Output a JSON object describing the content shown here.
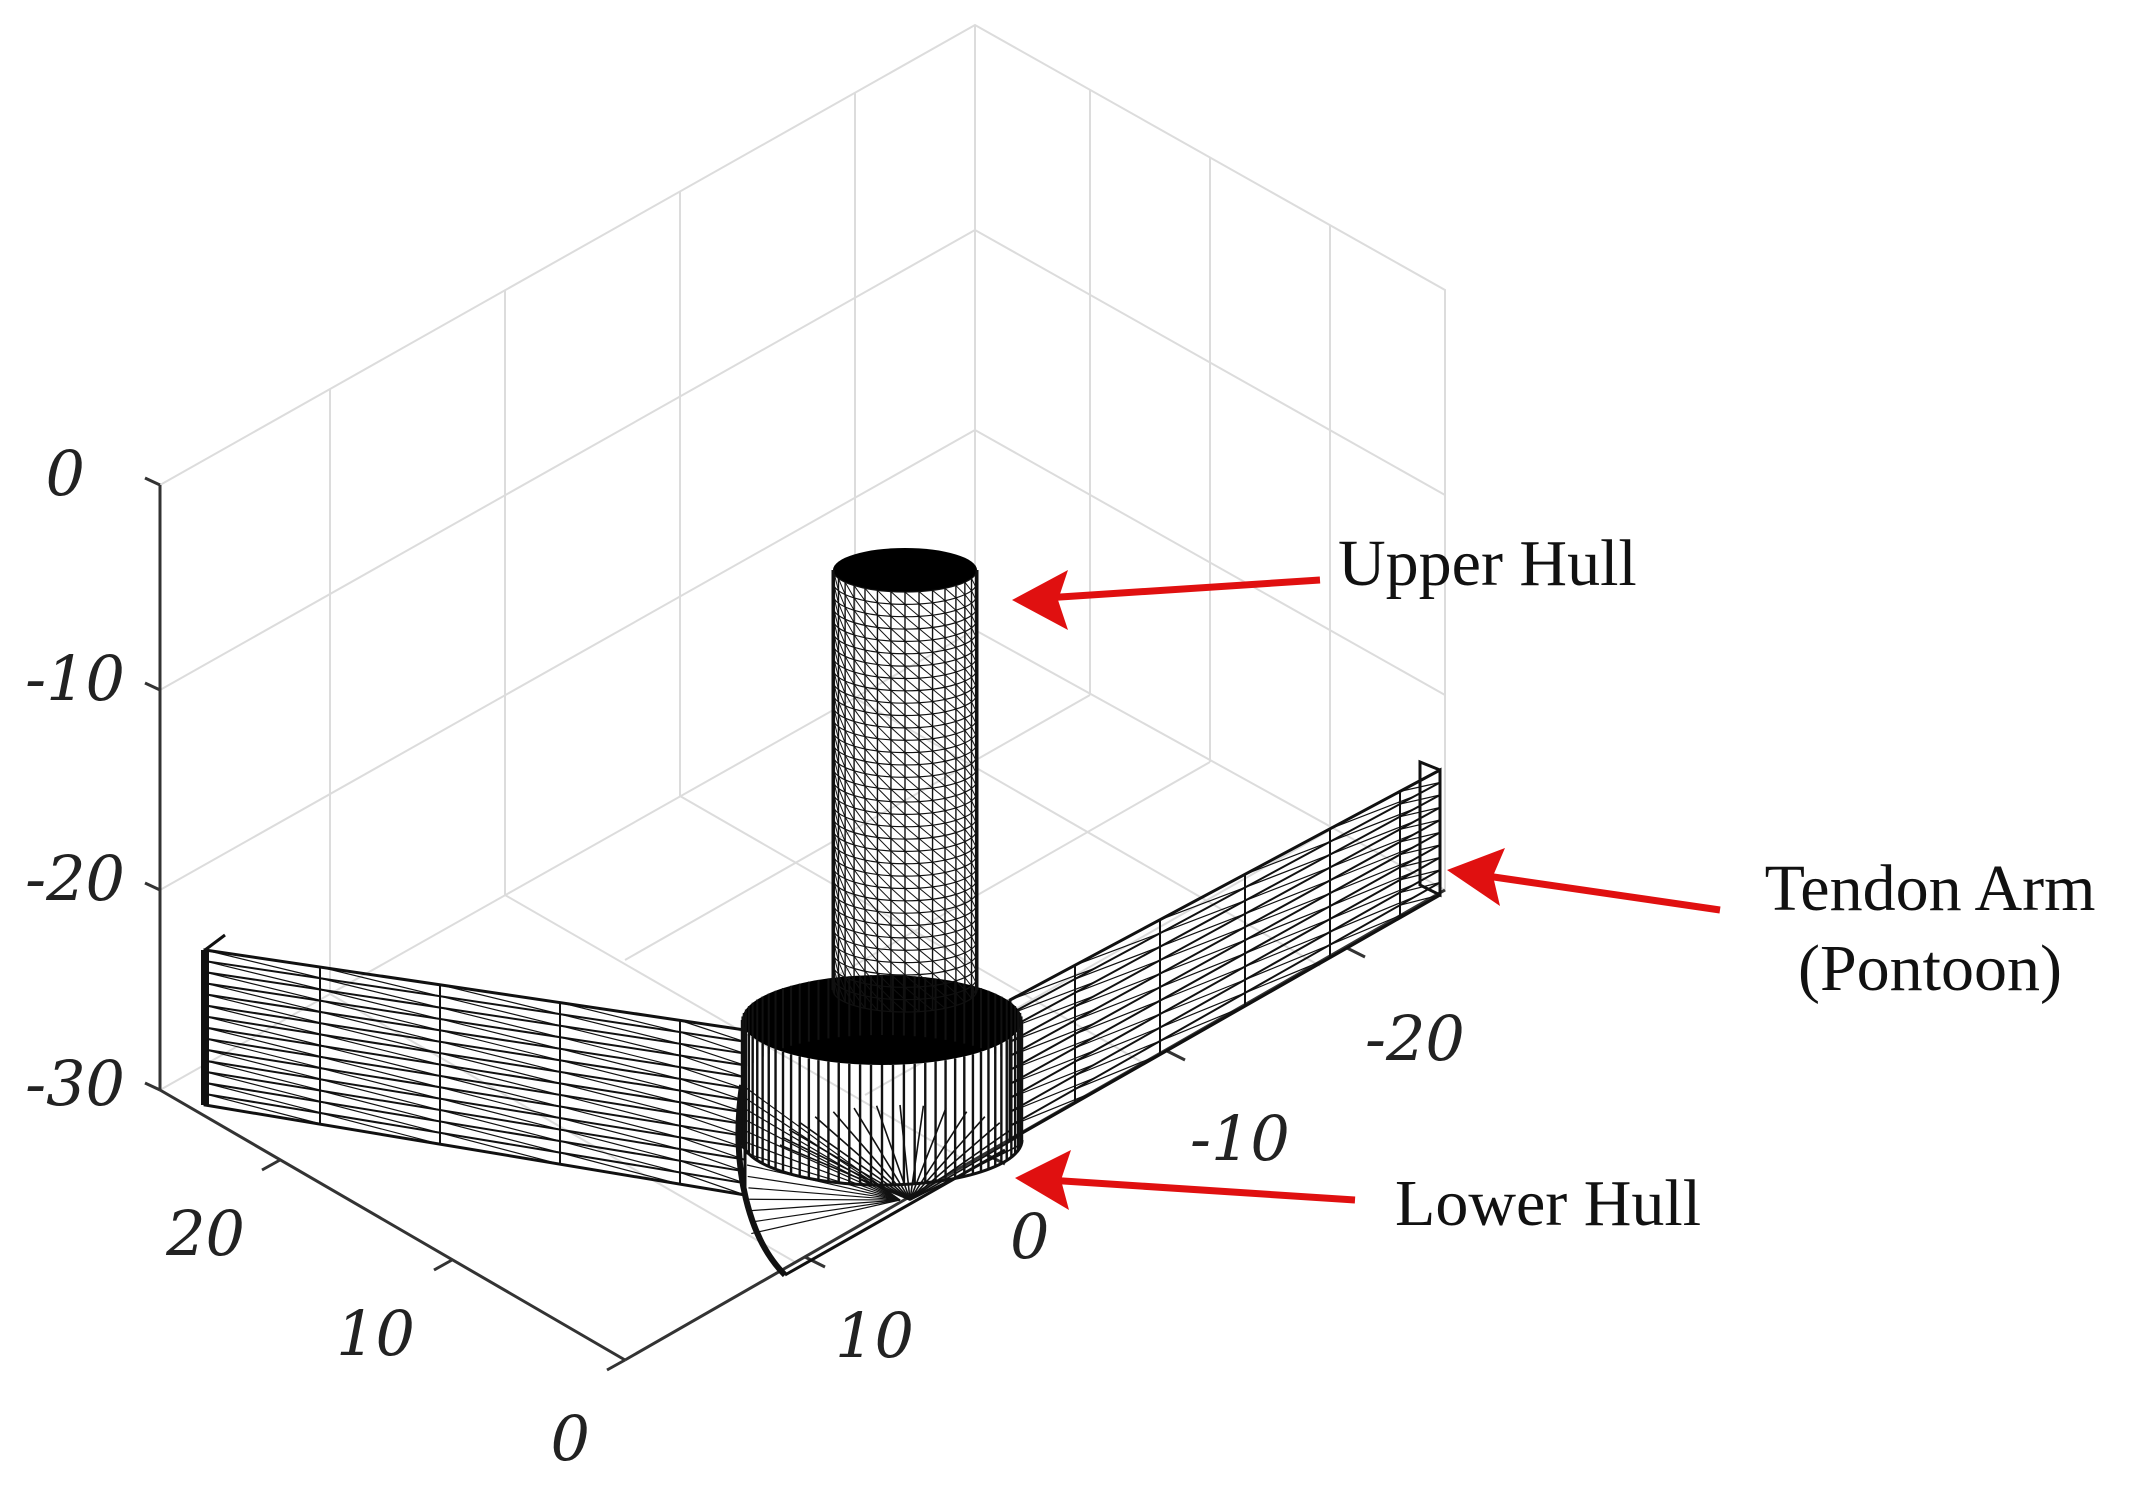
{
  "axes": {
    "z_ticks": [
      "0",
      "-10",
      "-20",
      "-30"
    ],
    "x_ticks": [
      "20",
      "10",
      "0"
    ],
    "y_ticks": [
      "-20",
      "-10",
      "0",
      "10"
    ]
  },
  "labels": {
    "upper_hull": "Upper Hull",
    "tendon_arm_line1": "Tendon Arm",
    "tendon_arm_line2": "(Pontoon)",
    "lower_hull": "Lower Hull"
  },
  "colors": {
    "arrow": "#e01010",
    "mesh": "#111111",
    "grid": "#dcdcdc"
  }
}
